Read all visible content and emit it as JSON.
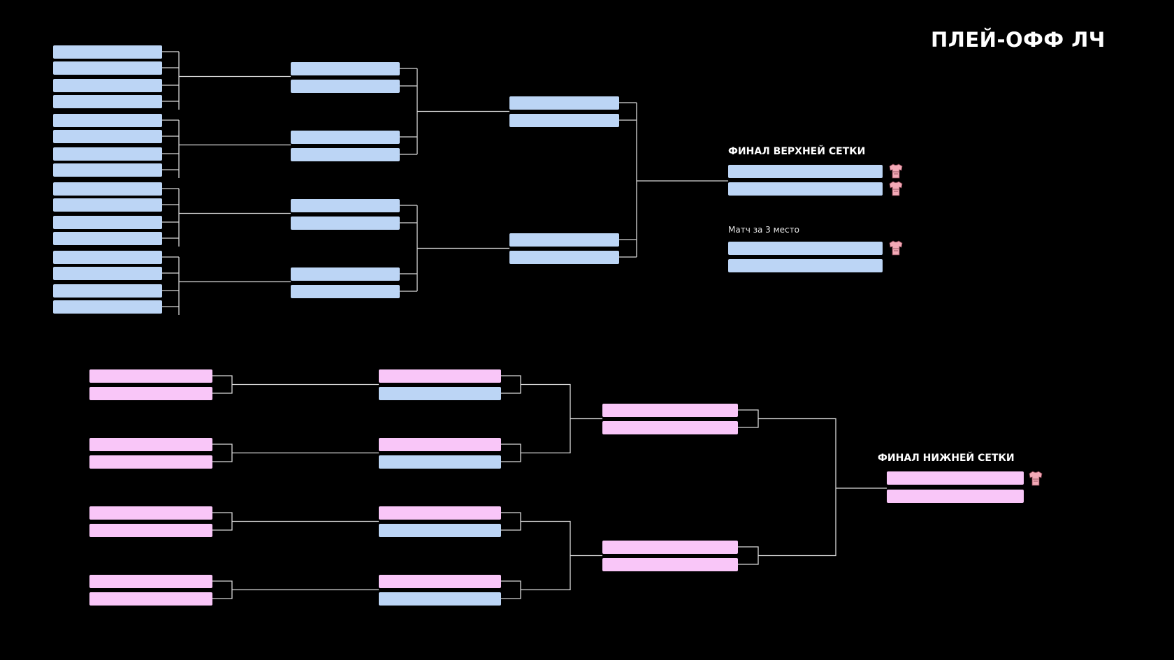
{
  "page": {
    "title": "ПЛЕЙ-ОФФ ЛЧ"
  },
  "upper_bracket": {
    "final_label": "ФИНАЛ ВЕРХНЕЙ СЕТКИ",
    "third_place_label": "Матч за 3 место"
  },
  "lower_bracket": {
    "final_label": "ФИНАЛ НИЖНЕЙ СЕТКИ"
  },
  "colors": {
    "background": "#000000",
    "upper_slot": "#bcd5f5",
    "lower_slot": "#f9c6f8",
    "connector": "#d9d9d9",
    "jersey": "#f3a9b6",
    "title": "#ffffff"
  },
  "icons": {
    "trophy_marker": "jersey-icon"
  }
}
